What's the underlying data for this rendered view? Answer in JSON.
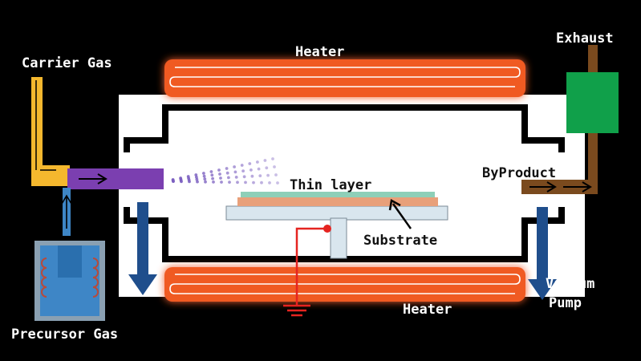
{
  "labels": {
    "carrier_gas": "Carrier Gas",
    "heater_top": "Heater",
    "heater_bottom": "Heater",
    "exhaust": "Exhaust",
    "thin_layer": "Thin layer",
    "substrate": "Substrate",
    "byproduct": "ByProduct",
    "precursor_gas": "Precursor Gas",
    "vacuum": "Vacuum",
    "pump": "Pump"
  },
  "colors": {
    "background": "#000000",
    "chamber": "#ffffff",
    "heater_fill": "#f05a24",
    "heater_coil": "#ffffff",
    "carrier_pipe": "#f5b82e",
    "precursor_injector": "#7b3fb0",
    "exhaust_pipe": "#7a4a1e",
    "exhaust_box": "#10a04a",
    "vacuum_arrow": "#1f4e8c",
    "precursor_tank": "#3e86c6",
    "ground_wire": "#e52420",
    "thin_layer": "#8ecfb8",
    "substrate": "#e8a07a",
    "label_white": "#ffffff",
    "label_black": "#111111"
  }
}
